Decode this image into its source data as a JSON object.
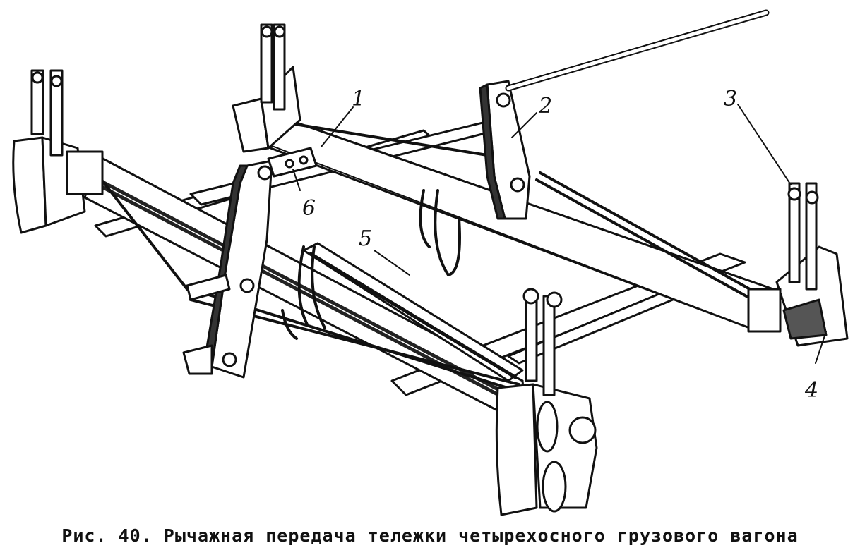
{
  "figure": {
    "caption": "Рис. 40. Рычажная передача тележки четырехосного грузового вагона",
    "callouts": [
      "1",
      "2",
      "3",
      "4",
      "5",
      "6"
    ]
  }
}
